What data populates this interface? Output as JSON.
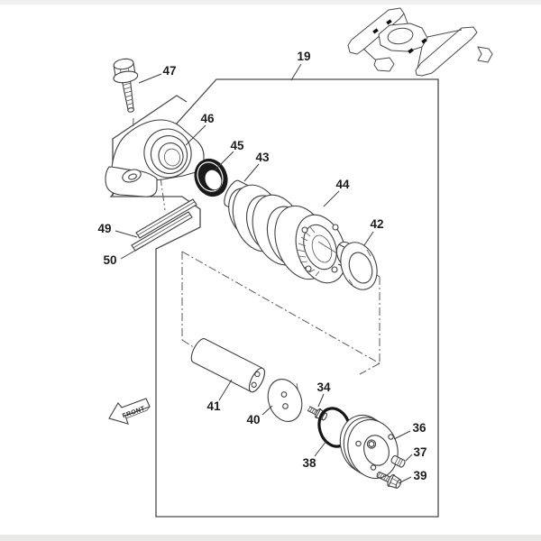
{
  "figure": {
    "front_arrow": {
      "label": "FRONT"
    },
    "callouts": [
      {
        "id": "19",
        "target": "roller-group-panel"
      },
      {
        "id": "47",
        "target": "flange-bolt"
      },
      {
        "id": "46",
        "target": "support-bracket"
      },
      {
        "id": "45",
        "target": "seal-ring"
      },
      {
        "id": "43",
        "target": "bushing"
      },
      {
        "id": "44",
        "target": "track-roller"
      },
      {
        "id": "42",
        "target": "collar"
      },
      {
        "id": "49",
        "target": "upper-shim"
      },
      {
        "id": "50",
        "target": "lower-shim"
      },
      {
        "id": "41",
        "target": "roller-shaft"
      },
      {
        "id": "40",
        "target": "thrust-plate"
      },
      {
        "id": "34",
        "target": "small-bolt"
      },
      {
        "id": "38",
        "target": "o-ring"
      },
      {
        "id": "36",
        "target": "end-cap"
      },
      {
        "id": "37",
        "target": "plug"
      },
      {
        "id": "39",
        "target": "cap-bolt"
      }
    ],
    "colors": {
      "line": "#474747",
      "label": "#1c1c1c",
      "dark_fill": "#1a1a1a",
      "background": "#ffffff"
    }
  }
}
